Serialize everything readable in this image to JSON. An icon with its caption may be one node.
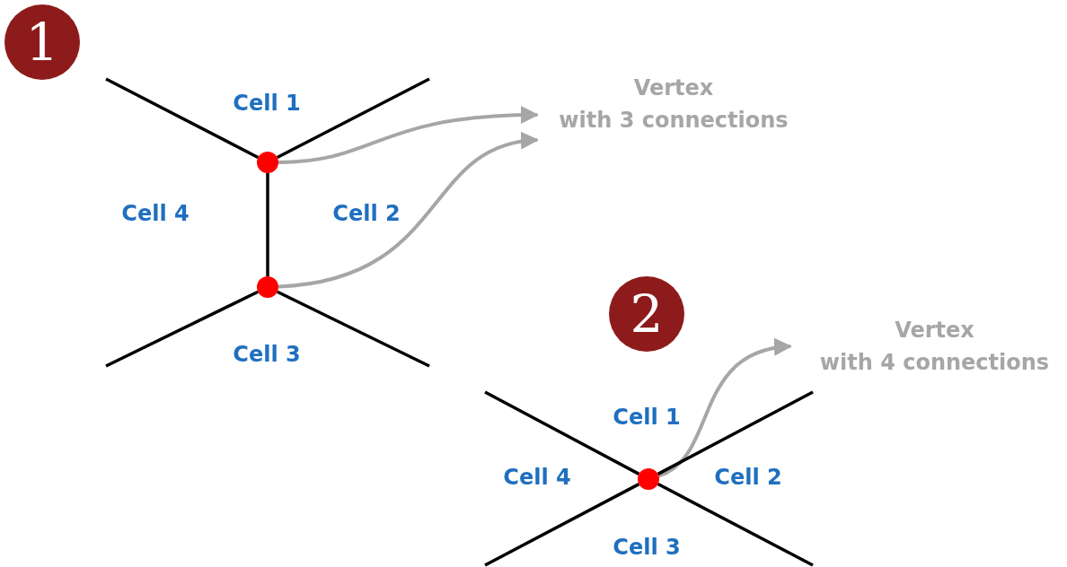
{
  "diagram": {
    "nodes": [
      {
        "text": [
          "1"
        ]
      },
      {
        "text": [],
        "shape": "circle"
      },
      {
        "text": [],
        "shape": "circle"
      },
      {
        "text": [
          "Vertex with 3 connections"
        ]
      },
      {
        "text": [
          "2"
        ]
      },
      {
        "text": [],
        "shape": "circle"
      },
      {
        "text": [
          "Vertex with 4 connections"
        ]
      }
    ],
    "edges": [
      {
        "from": 1,
        "to": 3,
        "arrow": "to",
        "color": "#a6a6a6"
      },
      {
        "from": 2,
        "to": 3,
        "arrow": "to",
        "color": "#a6a6a6"
      },
      {
        "from": 1,
        "to": 2,
        "arrow": "none"
      },
      {
        "from": 1,
        "to": null,
        "arrow": "none"
      },
      {
        "from": 1,
        "to": null,
        "arrow": "none"
      },
      {
        "from": 2,
        "to": null,
        "arrow": "none"
      },
      {
        "from": 2,
        "to": null,
        "arrow": "none"
      },
      {
        "from": 5,
        "to": 6,
        "arrow": "to",
        "color": "#a6a6a6"
      },
      {
        "from": 5,
        "to": null,
        "arrow": "none"
      },
      {
        "from": 5,
        "to": null,
        "arrow": "none"
      },
      {
        "from": 5,
        "to": null,
        "arrow": "none"
      },
      {
        "from": 5,
        "to": null,
        "arrow": "none"
      }
    ],
    "labels": [
      "Cell 1",
      "Cell 4",
      "Cell 2",
      "Cell 3",
      "Cell 1",
      "Cell 4",
      "Cell 2",
      "Cell 3"
    ]
  }
}
